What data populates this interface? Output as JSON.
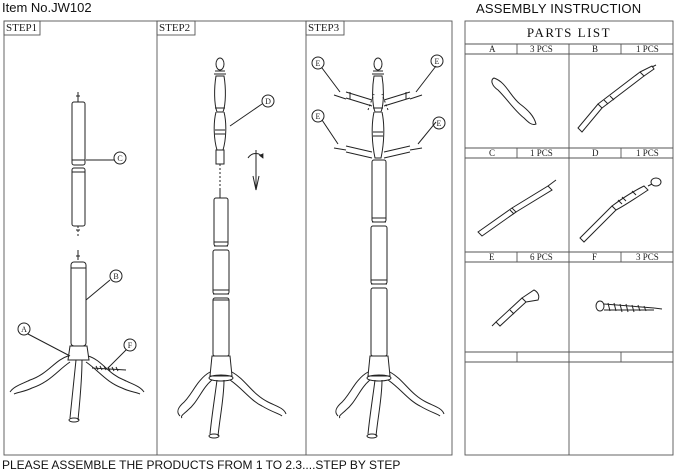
{
  "header": {
    "item_no": "Item No.JW102",
    "assembly_title": "ASSEMBLY INSTRUCTION"
  },
  "steps": [
    {
      "label": "STEP1"
    },
    {
      "label": "STEP2"
    },
    {
      "label": "STEP3"
    }
  ],
  "callouts": {
    "step1": [
      "A",
      "B",
      "C",
      "F"
    ],
    "step2": [
      "D"
    ],
    "step3": [
      "E",
      "E",
      "E",
      "E"
    ]
  },
  "parts_list": {
    "title": "PARTS LIST",
    "parts": [
      {
        "letter": "A",
        "qty": "3 PCS",
        "icon": "tripod-leg"
      },
      {
        "letter": "B",
        "qty": "1 PCS",
        "icon": "lower-pole"
      },
      {
        "letter": "C",
        "qty": "1 PCS",
        "icon": "middle-pole"
      },
      {
        "letter": "D",
        "qty": "1 PCS",
        "icon": "top-pole"
      },
      {
        "letter": "E",
        "qty": "6 PCS",
        "icon": "hook-peg"
      },
      {
        "letter": "F",
        "qty": "3 PCS",
        "icon": "screw"
      }
    ]
  },
  "footer": {
    "text": "PLEASE ASSEMBLE THE PRODUCTS FROM 1 TO 2.3....STEP BY STEP"
  }
}
